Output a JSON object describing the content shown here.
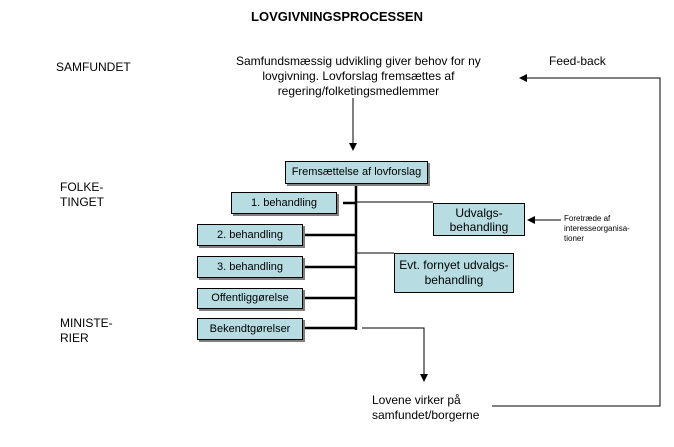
{
  "title": "LOVGIVNINGSPROCESSEN",
  "sections": {
    "samfundet": "SAMFUNDET",
    "folketinget": "FOLKE-\nTINGET",
    "ministerier": "MINISTE-\nRIER"
  },
  "intro_text": "Samfundsmæssig udvikling giver behov for ny\nlovgivning. Lovforslag fremsættes af\nregering/folketingsmedlemmer",
  "feedback": "Feed-back",
  "boxes": {
    "fremsaettelse": "Fremsættelse af lovforslag",
    "behandling1": "1. behandling",
    "behandling2": "2. behandling",
    "behandling3": "3. behandling",
    "offentliggoerelse": "Offentliggørelse",
    "bekendtgoerelser": "Bekendtgørelser",
    "udvalgsbehandling": "Udvalgs-\nbehandling",
    "fornyet": "Evt. fornyet udvalgs-\nbehandling"
  },
  "interest_orgs": "Foretræde af\ninteresseorganisa-\ntioner",
  "outcome": "Lovene virker på\nsamfundet/borgerne"
}
